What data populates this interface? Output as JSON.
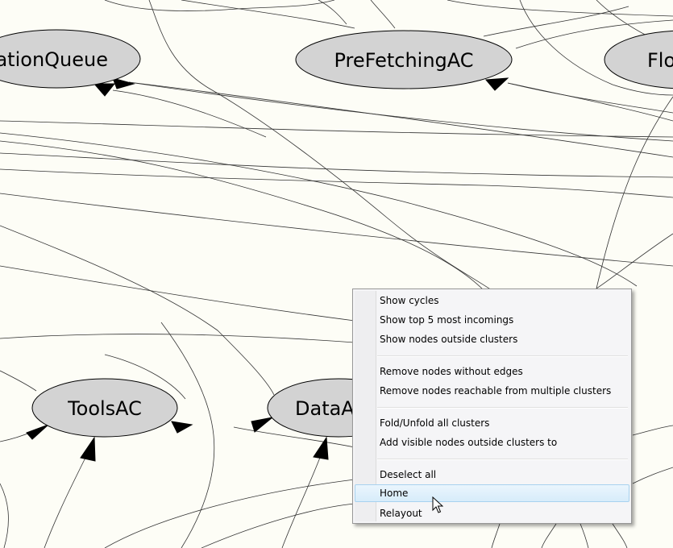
{
  "graph": {
    "nodes": [
      {
        "id": "n1",
        "label": "ationQueue"
      },
      {
        "id": "n2",
        "label": "PreFetchingAC"
      },
      {
        "id": "n3",
        "label": "Flo"
      },
      {
        "id": "n4",
        "label": "ToolsAC"
      },
      {
        "id": "n5",
        "label": "DataA"
      }
    ],
    "colors": {
      "background": "#fdfdf6",
      "node_fill": "#d3d3d3",
      "edge": "#333333"
    }
  },
  "context_menu": {
    "groups": [
      [
        "Show cycles",
        "Show top 5 most incomings",
        "Show nodes outside clusters"
      ],
      [
        "Remove nodes without edges",
        "Remove nodes reachable from multiple clusters"
      ],
      [
        "Fold/Unfold all clusters",
        "Add visible nodes outside clusters to"
      ],
      [
        "Deselect all",
        "Home",
        "Relayout"
      ]
    ],
    "highlighted_item": "Home",
    "colors": {
      "highlight_border": "#a8d2ef",
      "highlight_fill": "#d7ecfa"
    }
  },
  "cursor": {
    "icon": "arrow-pointer-icon"
  }
}
